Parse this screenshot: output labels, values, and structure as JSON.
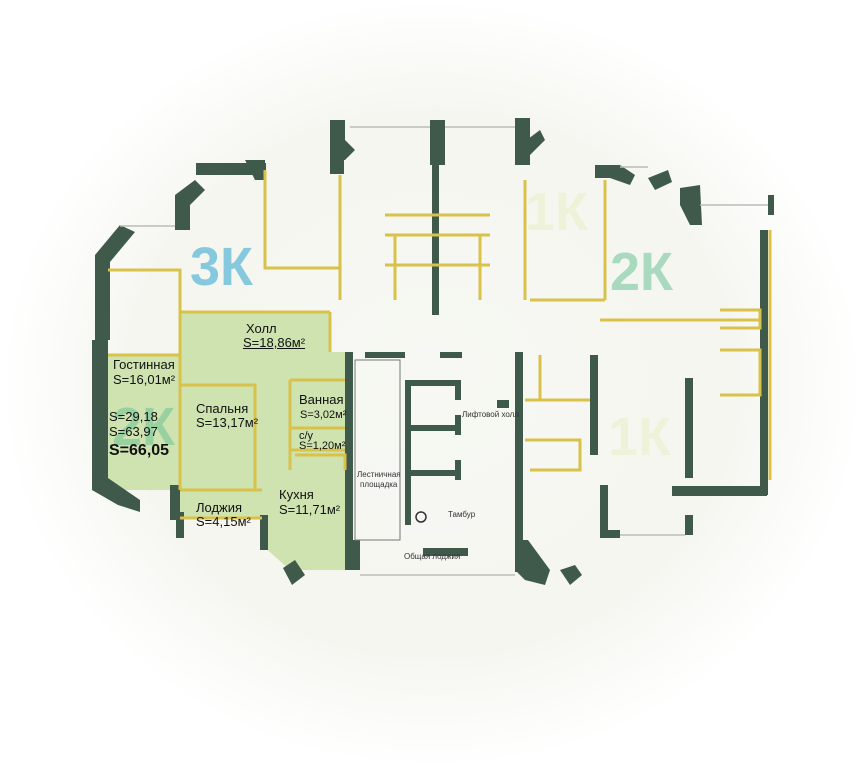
{
  "apartments": {
    "apt_3k": {
      "label": "3К",
      "color": "#86c9de"
    },
    "apt_1k_top": {
      "label": "1К",
      "color": "#eef2d8"
    },
    "apt_2k_right": {
      "label": "2К",
      "color": "#a9d9bf"
    },
    "apt_1k_bottom": {
      "label": "1К",
      "color": "#eef2d8"
    },
    "apt_2k_left": {
      "label": "2К",
      "color": "#8fcf9d"
    }
  },
  "rooms": {
    "hall": {
      "name": "Холл",
      "area": "S=18,86м²"
    },
    "living": {
      "name": "Гостинная",
      "area": "S=16,01м²"
    },
    "bedroom": {
      "name": "Спальня",
      "area": "S=13,17м²"
    },
    "bathroom": {
      "name": "Ванная",
      "area": "S=3,02м²"
    },
    "wc": {
      "name": "с/у",
      "area": "S=1,20м²"
    },
    "kitchen": {
      "name": "Кухня",
      "area": "S=11,71м²"
    },
    "loggia": {
      "name": "Лоджия",
      "area": "S=4,15м²"
    }
  },
  "totals": {
    "living_area": "S=29,18",
    "total_area": "S=63,97",
    "total_with_loggia": "S=66,05"
  },
  "common_areas": {
    "lift_hall": "Лифтовой холл",
    "stair_landing_1": "Лестничная",
    "stair_landing_2": "площадка",
    "vestibule": "Тамбур",
    "entrance": "Общая лоджия"
  },
  "colors": {
    "wall": "#3f5a4a",
    "partition": "#d8c24a",
    "highlight": "#cfe3b0",
    "floor": "#f4f5ef"
  }
}
